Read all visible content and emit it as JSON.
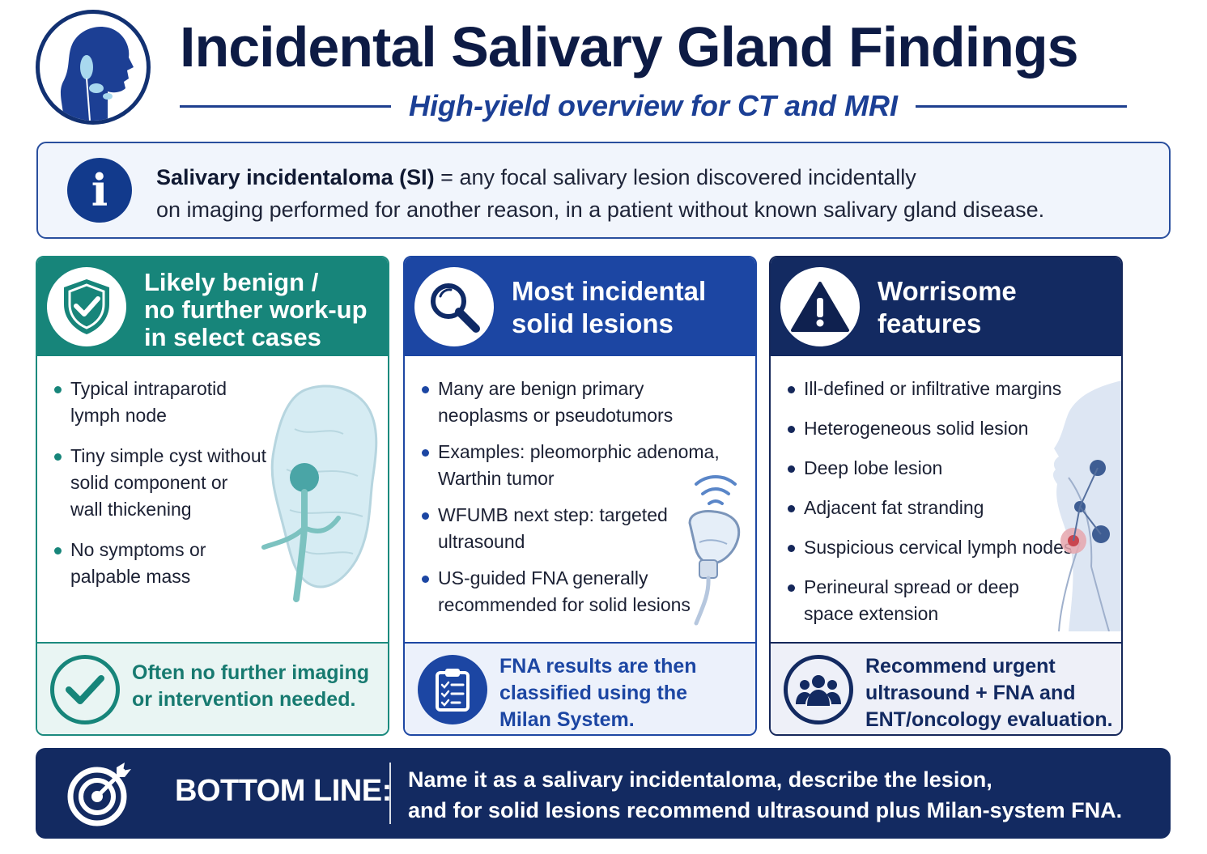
{
  "header": {
    "title": "Incidental Salivary Gland Findings",
    "subtitle": "High-yield overview for CT and MRI",
    "logo_icon": "head-profile-salivary-icon"
  },
  "definition": {
    "icon": "info-icon",
    "icon_glyph": "i",
    "term": "Salivary incidentaloma (SI)",
    "equals": "=",
    "line1_rest": "any focal salivary lesion discovered incidentally",
    "line2": "on imaging performed for another reason, in a patient without known salivary gland disease."
  },
  "columns": [
    {
      "title_lines": [
        "Likely benign /",
        "no further work-up",
        "in select cases"
      ],
      "icon": "shield-check-icon",
      "accent": "#17857a",
      "bullets": [
        [
          "Typical intraparotid",
          "lymph node"
        ],
        [
          "Tiny simple cyst without",
          "solid component or",
          "wall thickening"
        ],
        [
          "No symptoms or",
          "palpable mass"
        ]
      ],
      "footer_icon": "check-circle-icon",
      "footer_lines": [
        "Often no further imaging",
        "or intervention needed."
      ]
    },
    {
      "title_lines": [
        "Most incidental",
        "solid lesions"
      ],
      "icon": "magnifier-icon",
      "accent": "#1c46a3",
      "bullets": [
        [
          "Many are benign primary",
          "neoplasms or pseudotumors"
        ],
        [
          "Examples: pleomorphic adenoma,",
          "Warthin tumor"
        ],
        [
          "WFUMB next step: targeted",
          "ultrasound"
        ],
        [
          "US-guided FNA generally",
          "recommended for solid lesions"
        ]
      ],
      "footer_icon": "clipboard-checklist-icon",
      "footer_lines": [
        "FNA results are then",
        "classified using the",
        "Milan System."
      ]
    },
    {
      "title_lines": [
        "Worrisome",
        "features"
      ],
      "icon": "warning-triangle-icon",
      "accent": "#132a61",
      "bullets": [
        [
          "Ill-defined or infiltrative margins"
        ],
        [
          "Heterogeneous solid lesion"
        ],
        [
          "Deep lobe lesion"
        ],
        [
          "Adjacent fat stranding"
        ],
        [
          "Suspicious cervical lymph nodes"
        ],
        [
          "Perineural spread or deep",
          "space extension"
        ]
      ],
      "footer_icon": "people-group-icon",
      "footer_lines": [
        "Recommend urgent",
        "ultrasound + FNA and",
        "ENT/oncology evaluation."
      ]
    }
  ],
  "bottom_line": {
    "icon": "target-arrow-icon",
    "label": "BOTTOM LINE:",
    "line1": "Name it as a salivary incidentaloma, describe the lesion,",
    "line2": "and for solid lesions recommend ultrasound plus Milan-system FNA."
  }
}
